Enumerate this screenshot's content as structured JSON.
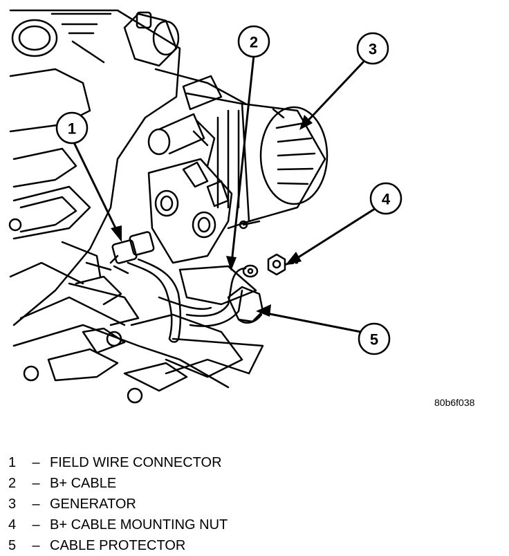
{
  "figure_code": "80b6f038",
  "callouts": [
    {
      "number": "1",
      "label": "FIELD WIRE CONNECTOR"
    },
    {
      "number": "2",
      "label": "B+ CABLE"
    },
    {
      "number": "3",
      "label": "GENERATOR"
    },
    {
      "number": "4",
      "label": "B+ CABLE MOUNTING NUT"
    },
    {
      "number": "5",
      "label": "CABLE PROTECTOR"
    }
  ],
  "separator": "–"
}
